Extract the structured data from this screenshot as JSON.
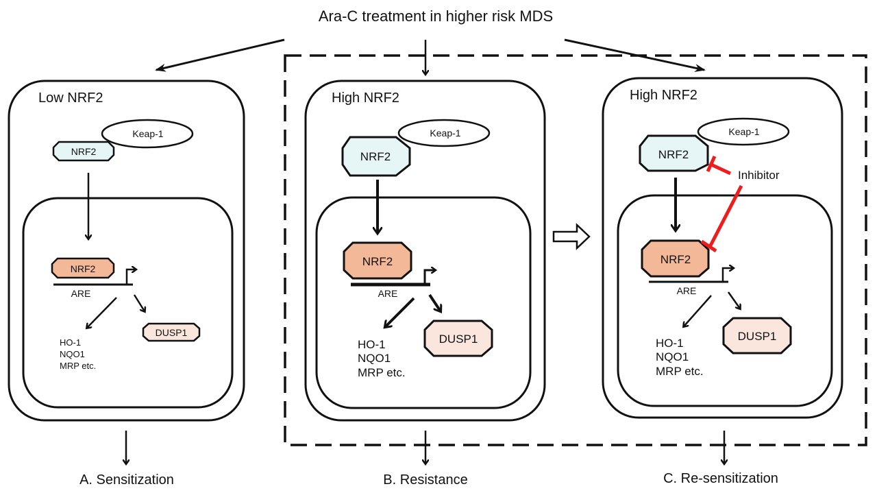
{
  "title": "Ara-C treatment in higher risk MDS",
  "colors": {
    "nrf2_cytoplasm": "#e6f5f5",
    "nrf2_nucleus": "#f3b898",
    "dusp1": "#fbe6de",
    "inhibitor": "#ee1c1c",
    "stroke": "#111111"
  },
  "panels": [
    {
      "id": "A",
      "state": "Low NRF2",
      "keap1": "Keap-1",
      "nrf2_cyto": "NRF2",
      "nrf2_nuc": "NRF2",
      "are": "ARE",
      "dusp1": "DUSP1",
      "genes": [
        "HO-1",
        "NQO1",
        "MRP etc."
      ],
      "outcome": "A. Sensitization"
    },
    {
      "id": "B",
      "state": "High NRF2",
      "keap1": "Keap-1",
      "nrf2_cyto": "NRF2",
      "nrf2_nuc": "NRF2",
      "are": "ARE",
      "dusp1": "DUSP1",
      "genes": [
        "HO-1",
        "NQO1",
        "MRP etc."
      ],
      "outcome": "B. Resistance"
    },
    {
      "id": "C",
      "state": "High NRF2",
      "keap1": "Keap-1",
      "nrf2_cyto": "NRF2",
      "nrf2_nuc": "NRF2",
      "are": "ARE",
      "dusp1": "DUSP1",
      "genes": [
        "HO-1",
        "NQO1",
        "MRP etc."
      ],
      "outcome": "C. Re-sensitization",
      "inhibitor": "Inhibitor"
    }
  ]
}
